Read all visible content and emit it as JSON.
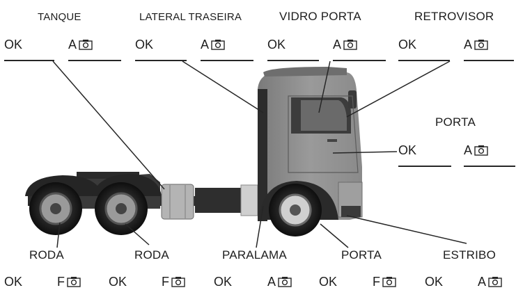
{
  "top_items": [
    {
      "title": "TANQUE",
      "ok": "OK",
      "action": "A"
    },
    {
      "title": "LATERAL TRASEIRA",
      "ok": "OK",
      "action": "A"
    },
    {
      "title": "VIDRO PORTA",
      "ok": "OK",
      "action": "A"
    },
    {
      "title": "RETROVISOR",
      "ok": "OK",
      "action": "A"
    }
  ],
  "porta_side": {
    "title": "PORTA",
    "ok": "OK",
    "action": "A"
  },
  "bottom_items": [
    {
      "title": "RODA",
      "ok": "OK",
      "action": "F"
    },
    {
      "title": "RODA",
      "ok": "OK",
      "action": "F"
    },
    {
      "title": "PARALAMA",
      "ok": "OK",
      "action": "A"
    },
    {
      "title": "PORTA",
      "ok": "OK",
      "action": "F"
    },
    {
      "title": "ESTRIBO",
      "ok": "OK",
      "action": "A"
    }
  ],
  "icons": {
    "camera": "camera-icon"
  },
  "colors": {
    "text": "#1d1d1d",
    "line": "#262626",
    "truck_body": "#8f8f8f"
  }
}
